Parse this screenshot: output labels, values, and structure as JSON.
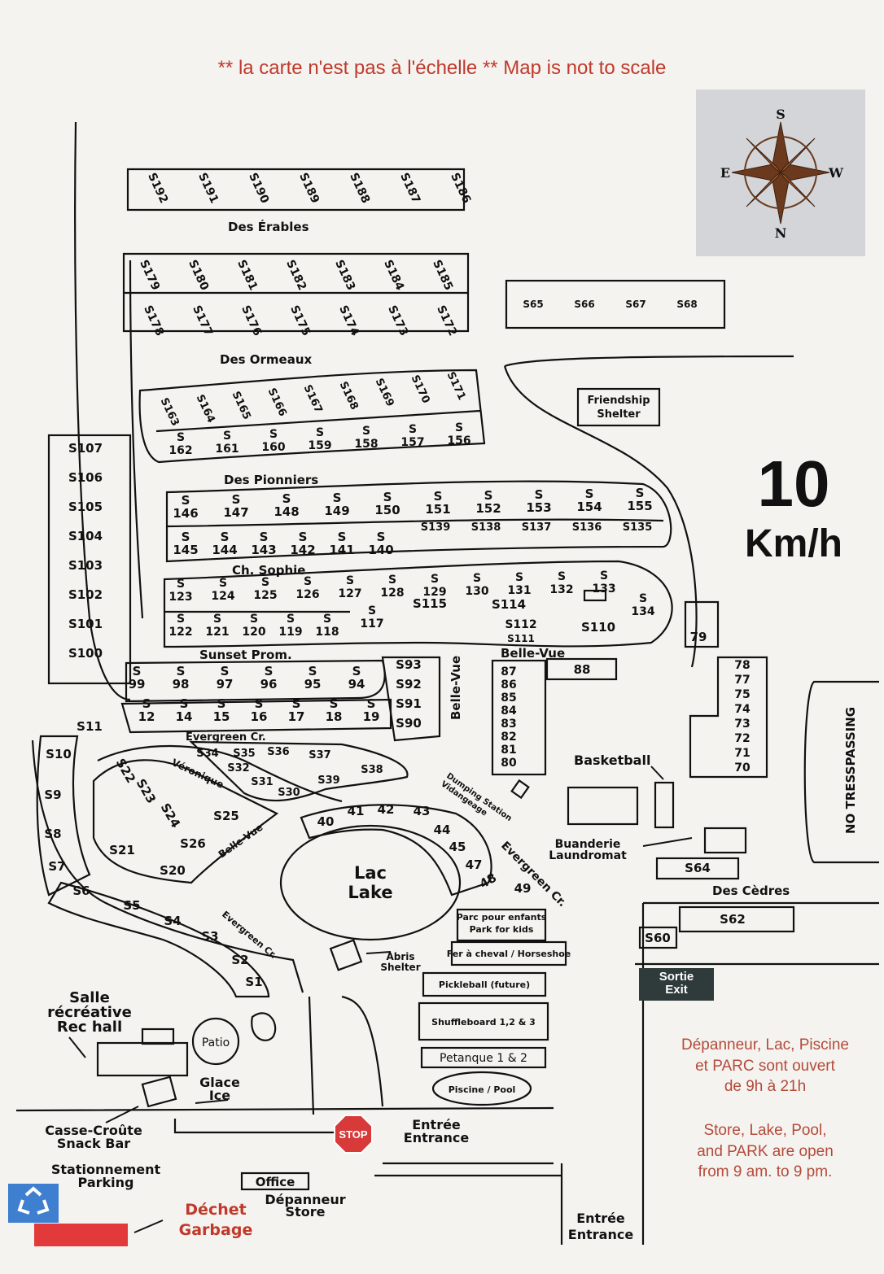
{
  "scale_note": "** la carte n'est pas à l'échelle   ** Map is not to scale",
  "speed_limit": {
    "value": "10",
    "unit": "Km/h"
  },
  "hours": {
    "fr": [
      "Dépanneur, Lac, Piscine",
      "et PARC sont ouvert",
      "de 9h à 21h"
    ],
    "en": [
      "Store, Lake, Pool,",
      "and PARK are open",
      "from 9 am. to 9 pm."
    ]
  },
  "compass": {
    "top": "S",
    "bottom": "N",
    "left": "E",
    "right": "W"
  },
  "streets": {
    "erables": "Des Érables",
    "ormeaux": "Des Ormeaux",
    "pionniers": "Des Pionniers",
    "sophie": "Ch. Sophie",
    "sunset": "Sunset Prom.",
    "bellevue_north": "Belle-Vue",
    "bellevue_vertical": "Belle-Vue",
    "evergreen_north": "Evergreen Cr.",
    "veronique": "Véronique",
    "bellevue_west": "Belle-Vue",
    "evergreen_east": "Evergreen Cr.",
    "evergreen_south": "Evergreen Cr.",
    "cedres": "Des Cèdres",
    "no_trespassing": "NO TRESSPASSING"
  },
  "sites": {
    "row_192_186": [
      "S192",
      "S191",
      "S190",
      "S189",
      "S188",
      "S187",
      "S186"
    ],
    "row_179_185": [
      "S179",
      "S180",
      "S181",
      "S182",
      "S183",
      "S184",
      "S185"
    ],
    "row_178_172": [
      "S178",
      "S177",
      "S176",
      "S175",
      "S174",
      "S173",
      "S172"
    ],
    "row_65_68": [
      "S65",
      "S66",
      "S67",
      "S68"
    ],
    "row_163_171": [
      "S163",
      "S164",
      "S165",
      "S166",
      "S167",
      "S168",
      "S169",
      "S170",
      "S171"
    ],
    "row_162_156": [
      [
        "S",
        "162"
      ],
      [
        "S",
        "161"
      ],
      [
        "S",
        "160"
      ],
      [
        "S",
        "159"
      ],
      [
        "S",
        "158"
      ],
      [
        "S",
        "157"
      ],
      [
        "S",
        "156"
      ]
    ],
    "west_column": [
      "S107",
      "S106",
      "S105",
      "S104",
      "S103",
      "S102",
      "S101",
      "S100"
    ],
    "row_146_155": [
      [
        "S",
        "146"
      ],
      [
        "S",
        "147"
      ],
      [
        "S",
        "148"
      ],
      [
        "S",
        "149"
      ],
      [
        "S",
        "150"
      ],
      [
        "S",
        "151"
      ],
      [
        "S",
        "152"
      ],
      [
        "S",
        "153"
      ],
      [
        "S",
        "154"
      ],
      [
        "S",
        "155"
      ]
    ],
    "row_145_141": [
      [
        "S",
        "145"
      ],
      [
        "S",
        "144"
      ],
      [
        "S",
        "143"
      ],
      [
        "S",
        "142"
      ],
      [
        "S",
        "141"
      ],
      [
        "S",
        "140"
      ]
    ],
    "row_139_135": [
      "S139",
      "S138",
      "S137",
      "S136",
      "S135"
    ],
    "row_123_133": [
      [
        "S",
        "123"
      ],
      [
        "S",
        "124"
      ],
      [
        "S",
        "125"
      ],
      [
        "S",
        "126"
      ],
      [
        "S",
        "127"
      ],
      [
        "S",
        "128"
      ],
      [
        "S",
        "129"
      ],
      [
        "S",
        "130"
      ],
      [
        "S",
        "131"
      ],
      [
        "S",
        "132"
      ],
      [
        "S",
        "133"
      ]
    ],
    "row_122_118": [
      [
        "S",
        "122"
      ],
      [
        "S",
        "121"
      ],
      [
        "S",
        "120"
      ],
      [
        "S",
        "119"
      ],
      [
        "S",
        "118"
      ]
    ],
    "loop_misc": {
      "s117": [
        "S",
        "117"
      ],
      "s115": "S115",
      "s114": "S114",
      "s112": "S112",
      "s111": "S111",
      "s110": "S110",
      "s134": [
        "S",
        "134"
      ]
    },
    "row_99_94": [
      [
        "S",
        "99"
      ],
      [
        "S",
        "98"
      ],
      [
        "S",
        "97"
      ],
      [
        "S",
        "96"
      ],
      [
        "S",
        "95"
      ],
      [
        "S",
        "94"
      ]
    ],
    "s93_s90": [
      "S93",
      "S92",
      "S91",
      "S90"
    ],
    "row_12_19": [
      [
        "S",
        "12"
      ],
      [
        "S",
        "14"
      ],
      [
        "S",
        "15"
      ],
      [
        "S",
        "16"
      ],
      [
        "S",
        "17"
      ],
      [
        "S",
        "18"
      ],
      [
        "S",
        "19"
      ]
    ],
    "s11": "S11",
    "bellevue_column": [
      "87",
      "86",
      "85",
      "84",
      "83",
      "82",
      "81",
      "80"
    ],
    "s88": "88",
    "s79": "79",
    "east_column": [
      "78",
      "77",
      "75",
      "74",
      "73",
      "72",
      "71",
      "70"
    ],
    "evergreen_sites": [
      "S34",
      "S35",
      "S36",
      "S37",
      "S32",
      "S38",
      "S31",
      "S39",
      "S30"
    ],
    "inner_loop": [
      "S22",
      "S23",
      "S24",
      "S25",
      "S26",
      "S21",
      "S20"
    ],
    "lake_ring": [
      "40",
      "41",
      "42",
      "43",
      "44",
      "45",
      "47",
      "48",
      "49"
    ],
    "west_edge": [
      "S10",
      "S9",
      "S8",
      "S7",
      "S6",
      "S5",
      "S4",
      "S3",
      "S2",
      "S1"
    ],
    "s64": "S64",
    "s62": "S62",
    "s60": "S60"
  },
  "facilities": {
    "friendship_shelter": [
      "Friendship",
      "Shelter"
    ],
    "basketball": "Basketball",
    "laundry": [
      "Buanderie",
      "Laundromat"
    ],
    "dumping": [
      "Dumping Station",
      "Vidangeage"
    ],
    "lake": [
      "Lac",
      "Lake"
    ],
    "kids_park": [
      "Parc pour enfants",
      "Park for kids"
    ],
    "horseshoe": "Fer à cheval / Horseshoe",
    "pickleball": "Pickleball (future)",
    "shuffleboard": "Shuffleboard 1,2 & 3",
    "petanque": "Petanque 1 & 2",
    "pool": "Piscine / Pool",
    "shelter": [
      "Abris",
      "Shelter"
    ],
    "exit": [
      "Sortie",
      "Exit"
    ],
    "rec_hall": [
      "Salle",
      "récréative",
      "Rec hall"
    ],
    "patio": "Patio",
    "ice": [
      "Glace",
      "Ice"
    ],
    "snack": [
      "Casse-Croûte",
      "Snack Bar"
    ],
    "stop": "STOP",
    "entrance_main": [
      "Entrée",
      "Entrance"
    ],
    "parking": [
      "Stationnement",
      "Parking"
    ],
    "office": "Office",
    "store": [
      "Dépanneur",
      "Store"
    ],
    "garbage": [
      "Déchet",
      "Garbage"
    ],
    "entrance_south": [
      "Entrée",
      "Entrance"
    ]
  },
  "colors": {
    "accent_red": "#c0392b",
    "recycle_blue": "#3f7fd0",
    "garbage_red": "#e23a3a",
    "compass_brown": "#6b3a1e",
    "exit_dark": "#2f3a3a"
  }
}
